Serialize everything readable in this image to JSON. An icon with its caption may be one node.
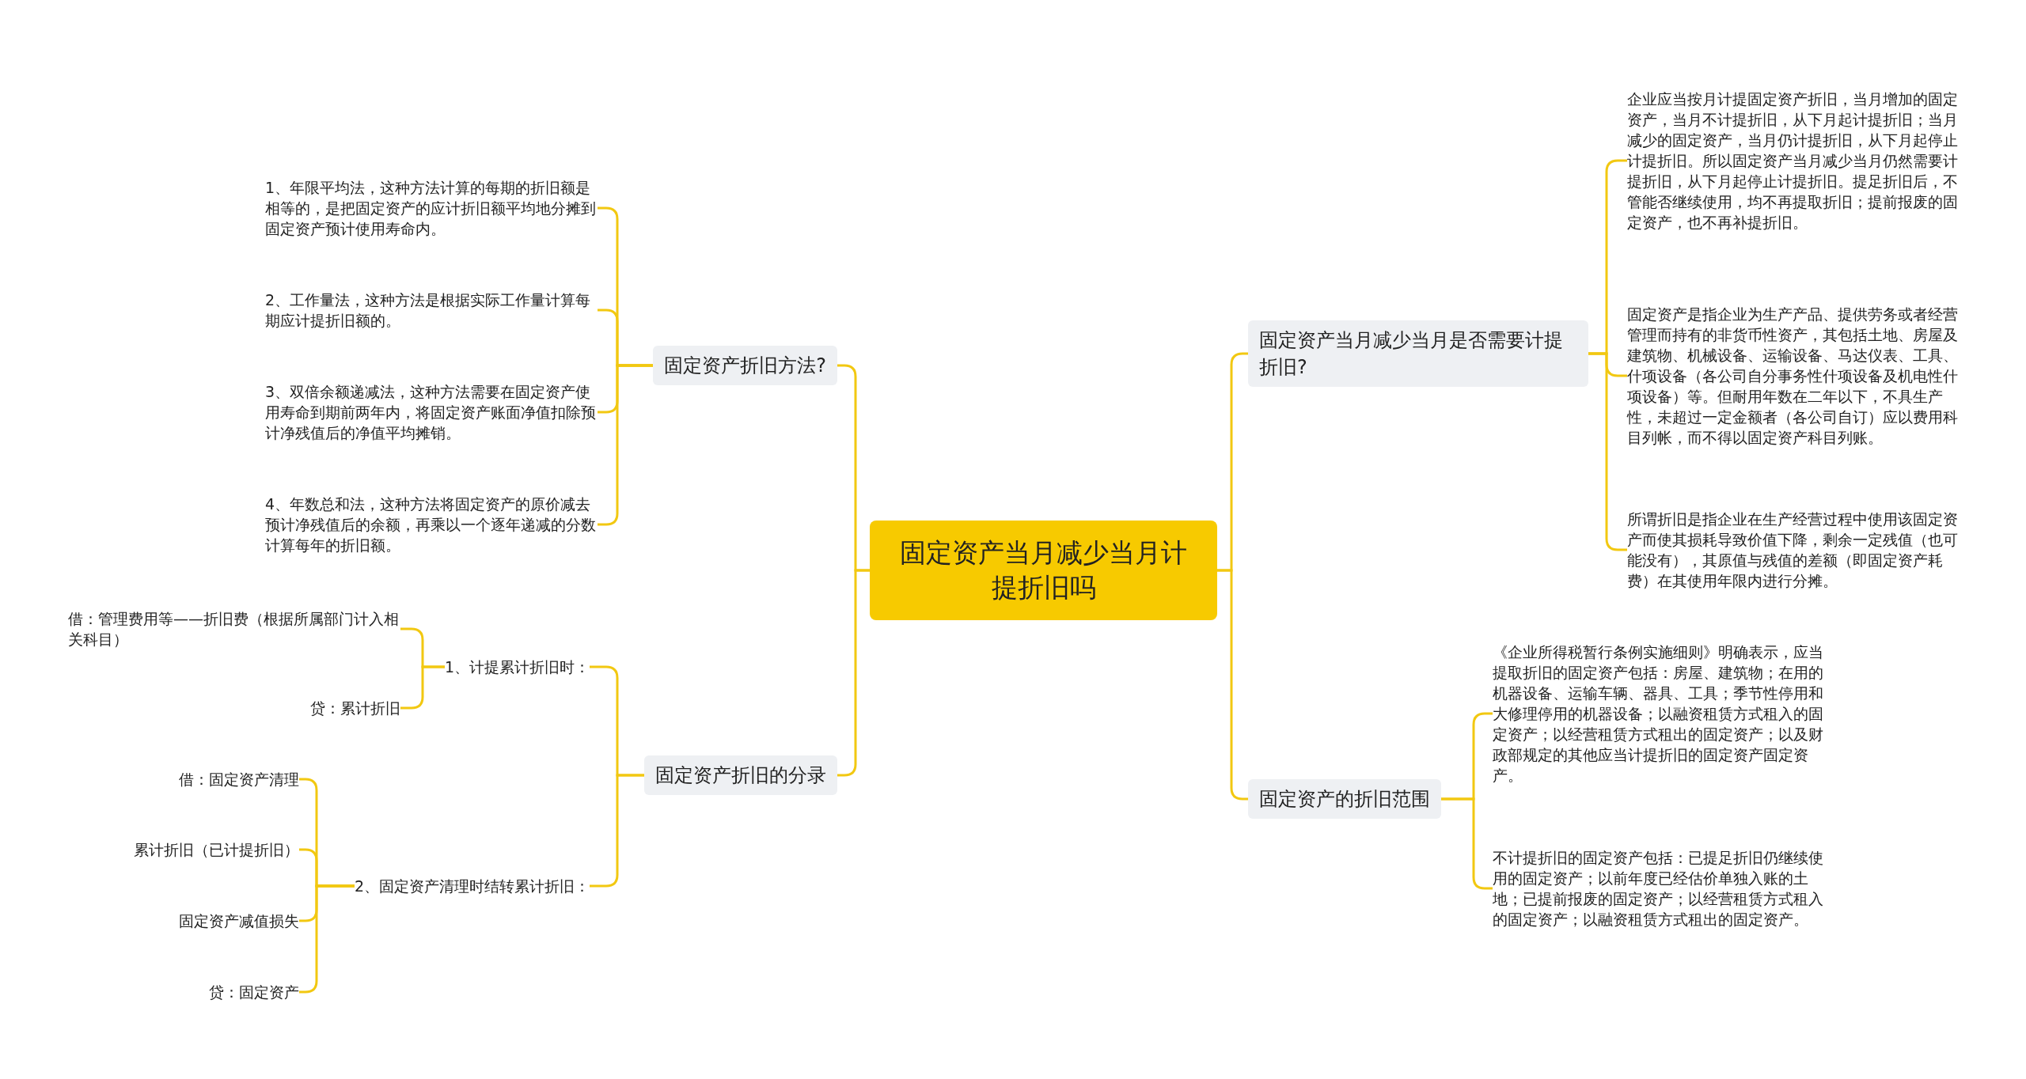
{
  "diagram": {
    "nodes": [
      {
        "text": [
          "固定资产当月减少当月计提折旧吗"
        ]
      },
      {
        "text": [
          "固定资产折旧方法?"
        ]
      },
      {
        "text": [
          "1、年限平均法，这种方法计算的每期的折旧额是相等的，是把固定资产的应计折旧额平均地分摊到固定资产预计使用寿命内。"
        ]
      },
      {
        "text": [
          "2、工作量法，这种方法是根据实际工作量计算每期应计提折旧额的。"
        ]
      },
      {
        "text": [
          "3、双倍余额递减法，这种方法需要在固定资产使用寿命到期前两年内，将固定资产账面净值扣除预计净残值后的净值平均摊销。"
        ]
      },
      {
        "text": [
          "4、年数总和法，这种方法将固定资产的原价减去预计净残值后的余额，再乘以一个逐年递减的分数计算每年的折旧额。"
        ]
      },
      {
        "text": [
          "固定资产折旧的分录"
        ]
      },
      {
        "text": [
          "1、计提累计折旧时："
        ]
      },
      {
        "text": [
          "借：管理费用等——折旧费（根据所属部门计入相关科目）"
        ]
      },
      {
        "text": [
          "贷：累计折旧"
        ]
      },
      {
        "text": [
          "2、固定资产清理时结转累计折旧："
        ]
      },
      {
        "text": [
          "借：固定资产清理"
        ]
      },
      {
        "text": [
          "累计折旧（已计提折旧）"
        ]
      },
      {
        "text": [
          "固定资产减值损失"
        ]
      },
      {
        "text": [
          "贷：固定资产"
        ]
      },
      {
        "text": [
          "固定资产当月减少当月是否需要计提折旧?"
        ]
      },
      {
        "text": [
          "企业应当按月计提固定资产折旧，当月增加的固定资产，当月不计提折旧，从下月起计提折旧；当月减少的固定资产，当月仍计提折旧，从下月起停止计提折旧。所以固定资产当月减少当月仍然需要计提折旧，从下月起停止计提折旧。提足折旧后，不管能否继续使用，均不再提取折旧；提前报废的固定资产，也不再补提折旧。"
        ]
      },
      {
        "text": [
          "固定资产是指企业为生产产品、提供劳务或者经营管理而持有的非货币性资产，其包括土地、房屋及建筑物、机械设备、运输设备、马达仪表、工具、什项设备（各公司自分事务性什项设备及机电性什项设备）等。但耐用年数在二年以下，不具生产性，未超过一定金额者（各公司自订）应以费用科目列帐，而不得以固定资产科目列账。"
        ]
      },
      {
        "text": [
          "所谓折旧是指企业在生产经营过程中使用该固定资产而使其损耗导致价值下降，剩余一定残值（也可能没有），其原值与残值的差额（即固定资产耗费）在其使用年限内进行分摊。"
        ]
      },
      {
        "text": [
          "固定资产的折旧范围"
        ]
      },
      {
        "text": [
          "《企业所得税暂行条例实施细则》明确表示，应当提取折旧的固定资产包括：房屋、建筑物；在用的机器设备、运输车辆、器具、工具；季节性停用和大修理停用的机器设备；以融资租赁方式租入的固定资产；以经营租赁方式租出的固定资产；以及财政部规定的其他应当计提折旧的固定资产固定资产。"
        ]
      },
      {
        "text": [
          "不计提折旧的固定资产包括：已提足折旧仍继续使用的固定资产；以前年度已经估价单独入账的土地；已提前报废的固定资产；以经营租赁方式租入的固定资产；以融资租赁方式租出的固定资产。"
        ]
      }
    ],
    "edges": [
      {
        "from": 0,
        "to": 1,
        "arrow": "none"
      },
      {
        "from": 1,
        "to": 2,
        "arrow": "none"
      },
      {
        "from": 1,
        "to": 3,
        "arrow": "none"
      },
      {
        "from": 1,
        "to": 4,
        "arrow": "none"
      },
      {
        "from": 1,
        "to": 5,
        "arrow": "none"
      },
      {
        "from": 0,
        "to": 6,
        "arrow": "none"
      },
      {
        "from": 6,
        "to": 7,
        "arrow": "none"
      },
      {
        "from": 7,
        "to": 8,
        "arrow": "none"
      },
      {
        "from": 7,
        "to": 9,
        "arrow": "none"
      },
      {
        "from": 6,
        "to": 10,
        "arrow": "none"
      },
      {
        "from": 10,
        "to": 11,
        "arrow": "none"
      },
      {
        "from": 10,
        "to": 12,
        "arrow": "none"
      },
      {
        "from": 10,
        "to": 13,
        "arrow": "none"
      },
      {
        "from": 10,
        "to": 14,
        "arrow": "none"
      },
      {
        "from": 0,
        "to": 15,
        "arrow": "none"
      },
      {
        "from": 15,
        "to": 16,
        "arrow": "none"
      },
      {
        "from": 15,
        "to": 17,
        "arrow": "none"
      },
      {
        "from": 15,
        "to": 18,
        "arrow": "none"
      },
      {
        "from": 0,
        "to": 19,
        "arrow": "none"
      },
      {
        "from": 19,
        "to": 20,
        "arrow": "none"
      },
      {
        "from": 19,
        "to": 21,
        "arrow": "none"
      }
    ]
  }
}
